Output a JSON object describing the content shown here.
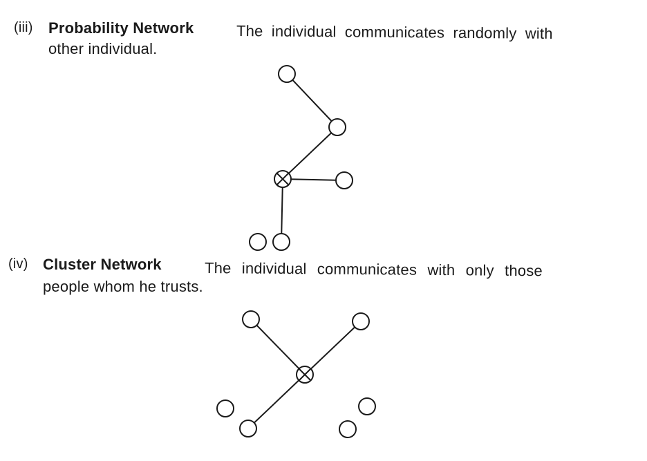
{
  "sections": [
    {
      "number": "(iii)",
      "title": "Probability Network",
      "description_line1": "The individual communicates randomly with",
      "description_line2": "other individual."
    },
    {
      "number": "(iv)",
      "title": "Cluster Network",
      "description_line1": "The individual communicates with only those",
      "description_line2": "people whom he trusts."
    }
  ]
}
